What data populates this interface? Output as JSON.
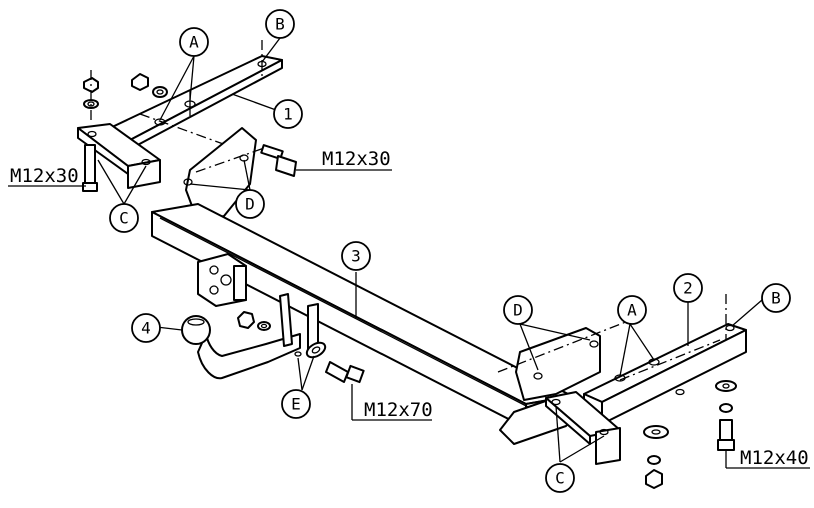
{
  "callouts": {
    "a_top": "A",
    "b_top": "B",
    "part_1": "1",
    "c_left": "C",
    "d_top": "D",
    "part_3": "3",
    "part_4": "4",
    "e": "E",
    "d_right": "D",
    "a_right": "A",
    "part_2": "2",
    "b_right": "B",
    "c_right": "C"
  },
  "bolt_specs": {
    "left_vertical_bolt": "M12x30",
    "upper_bolt": "M12x30",
    "ball_mount_bolt": "M12x70",
    "right_vertical_bolt": "M12x40"
  }
}
